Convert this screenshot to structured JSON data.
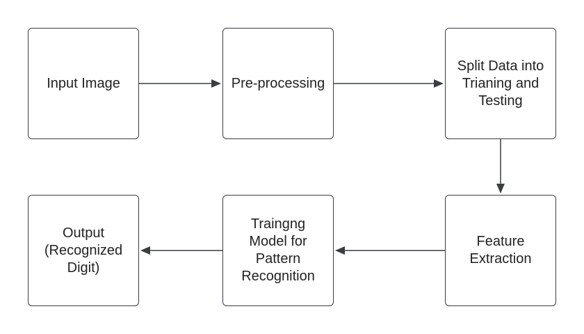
{
  "diagram": {
    "nodes": [
      {
        "id": "n1",
        "label": "Input Image"
      },
      {
        "id": "n2",
        "label": "Pre-processing"
      },
      {
        "id": "n3",
        "label": "Split Data into\nTrianing and\nTesting"
      },
      {
        "id": "n4",
        "label": "Feature\nExtraction"
      },
      {
        "id": "n5",
        "label": "Traingng\nModel for\nPattern\nRecognition"
      },
      {
        "id": "n6",
        "label": "Output\n(Recognized\nDigit)"
      }
    ],
    "edges": [
      {
        "from": "n1",
        "to": "n2"
      },
      {
        "from": "n2",
        "to": "n3"
      },
      {
        "from": "n3",
        "to": "n4"
      },
      {
        "from": "n4",
        "to": "n5"
      },
      {
        "from": "n5",
        "to": "n6"
      }
    ],
    "colors": {
      "stroke": "#3a3d42",
      "text": "#222222",
      "background": "#ffffff"
    }
  }
}
